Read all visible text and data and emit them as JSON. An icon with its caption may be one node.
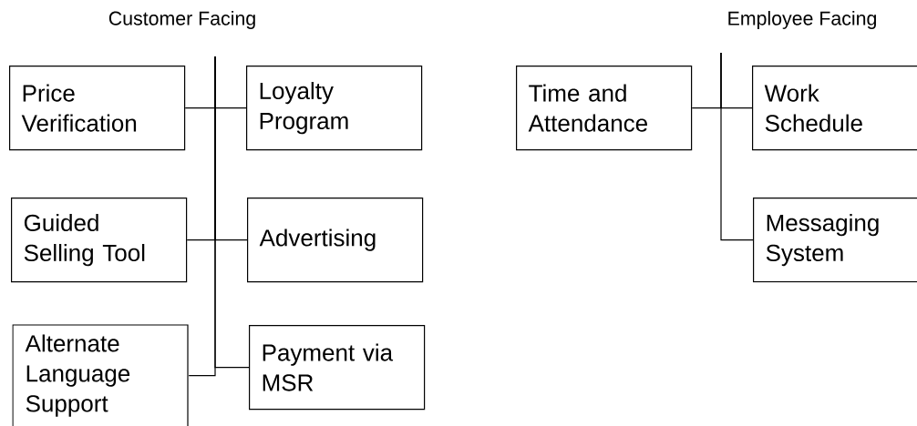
{
  "diagram": {
    "nodes": [
      {
        "text": [
          "Customer Facing"
        ]
      },
      {
        "text": [
          "Price Verification"
        ]
      },
      {
        "text": [
          "Loyalty Program"
        ]
      },
      {
        "text": [
          "Guided Selling Tool"
        ]
      },
      {
        "text": [
          "Advertising"
        ]
      },
      {
        "text": [
          "Alternate Language Support"
        ]
      },
      {
        "text": [
          "Payment via MSR"
        ]
      },
      {
        "text": [
          "Employee Facing"
        ]
      },
      {
        "text": [
          "Time and Attendance"
        ]
      },
      {
        "text": [
          "Work Schedule"
        ]
      },
      {
        "text": [
          "Messaging System"
        ]
      }
    ],
    "edges": [
      {
        "from": 0,
        "to": 1,
        "arrow": "none"
      },
      {
        "from": 0,
        "to": 2,
        "arrow": "none"
      },
      {
        "from": 0,
        "to": 3,
        "arrow": "none"
      },
      {
        "from": 0,
        "to": 4,
        "arrow": "none"
      },
      {
        "from": 0,
        "to": 5,
        "arrow": "none"
      },
      {
        "from": 0,
        "to": 6,
        "arrow": "none"
      },
      {
        "from": 7,
        "to": 8,
        "arrow": "none"
      },
      {
        "from": 7,
        "to": 9,
        "arrow": "none"
      },
      {
        "from": 7,
        "to": 10,
        "arrow": "none"
      }
    ]
  }
}
